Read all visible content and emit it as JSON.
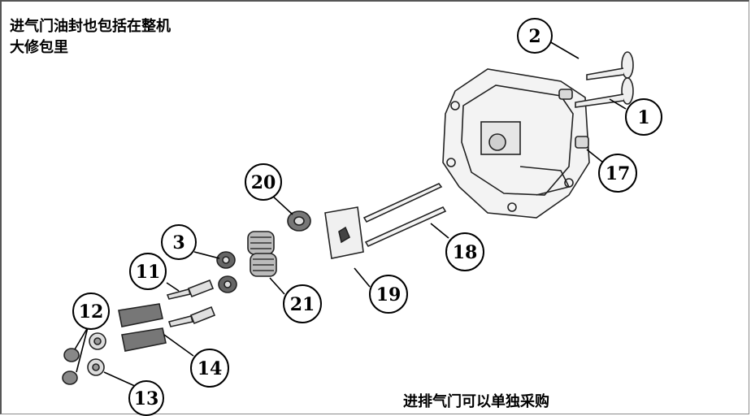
{
  "notes": {
    "top_line1": "进气门油封也包括在整机",
    "top_line2": "大修包里",
    "bottom": "进排气门可以单独采购"
  },
  "callouts": [
    "2",
    "1",
    "17",
    "20",
    "18",
    "3",
    "11",
    "19",
    "21",
    "12",
    "14",
    "13"
  ],
  "colors": {
    "line": "#000000",
    "part_fill": "#d9d9d9",
    "part_dark": "#555555"
  }
}
